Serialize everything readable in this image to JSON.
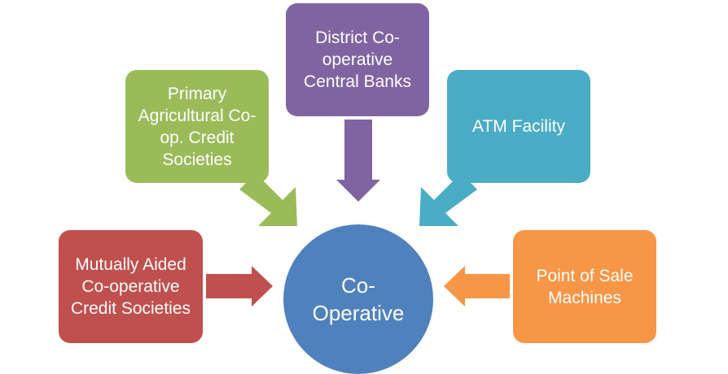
{
  "diagram": {
    "center": {
      "label_line1": "Co-",
      "label_line2": "Operative",
      "color": "#4F81BD"
    },
    "nodes": [
      {
        "id": "pacs",
        "lines": [
          "Primary",
          "Agricultural Co-",
          "op. Credit",
          "Societies"
        ],
        "color": "#9BBB59"
      },
      {
        "id": "dccb",
        "lines": [
          "District  Co-",
          "operative",
          "Central Banks"
        ],
        "color": "#8064A2"
      },
      {
        "id": "atm",
        "lines": [
          "ATM Facility"
        ],
        "color": "#4BACC6"
      },
      {
        "id": "macs",
        "lines": [
          "Mutually Aided",
          "Co-operative",
          "Credit Societies"
        ],
        "color": "#C0504D"
      },
      {
        "id": "pos",
        "lines": [
          "Point of Sale",
          "Machines"
        ],
        "color": "#F79646"
      }
    ],
    "edges": [
      {
        "from": "pacs",
        "to": "center"
      },
      {
        "from": "dccb",
        "to": "center"
      },
      {
        "from": "atm",
        "to": "center"
      },
      {
        "from": "macs",
        "to": "center"
      },
      {
        "from": "pos",
        "to": "center"
      }
    ]
  }
}
